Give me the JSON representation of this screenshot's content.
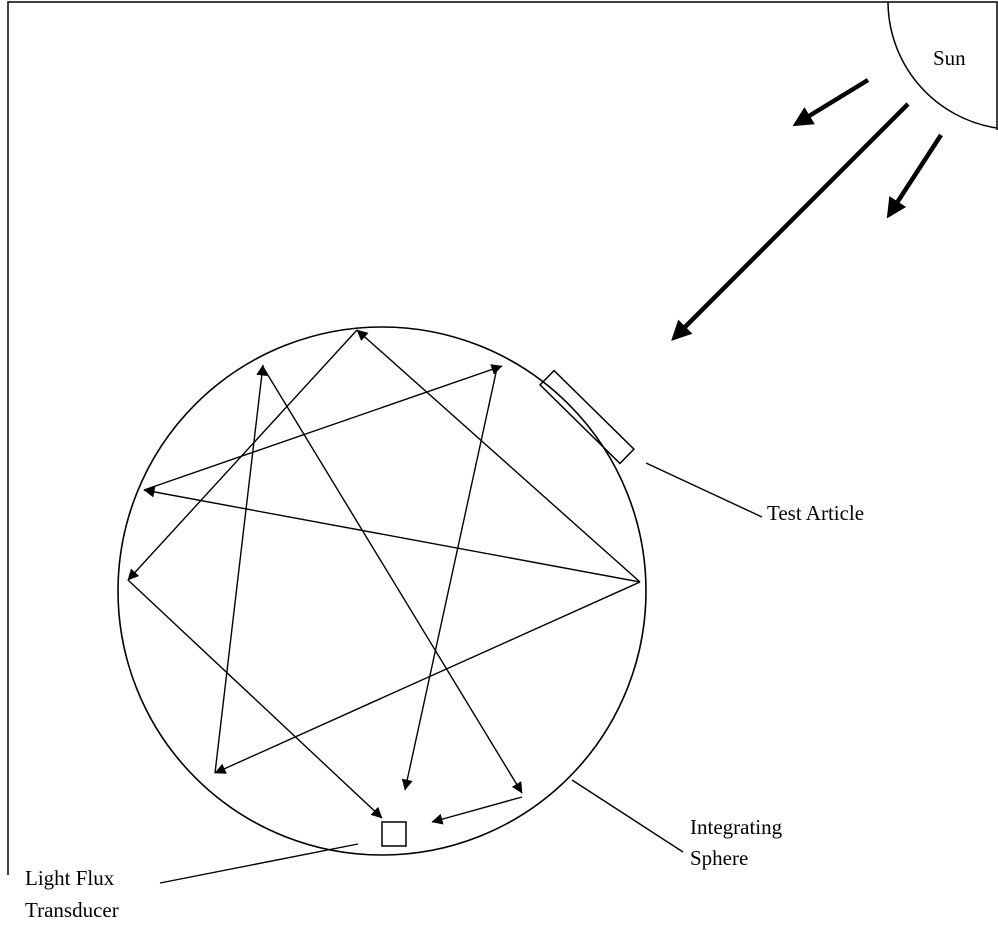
{
  "labels": {
    "sun": "Sun",
    "test_article": "Test Article",
    "integrating_sphere_line1": "Integrating",
    "integrating_sphere_line2": "Sphere",
    "light_flux_line1": "Light Flux",
    "light_flux_line2": "Transducer"
  },
  "colors": {
    "stroke": "#000000",
    "background": "#ffffff"
  }
}
